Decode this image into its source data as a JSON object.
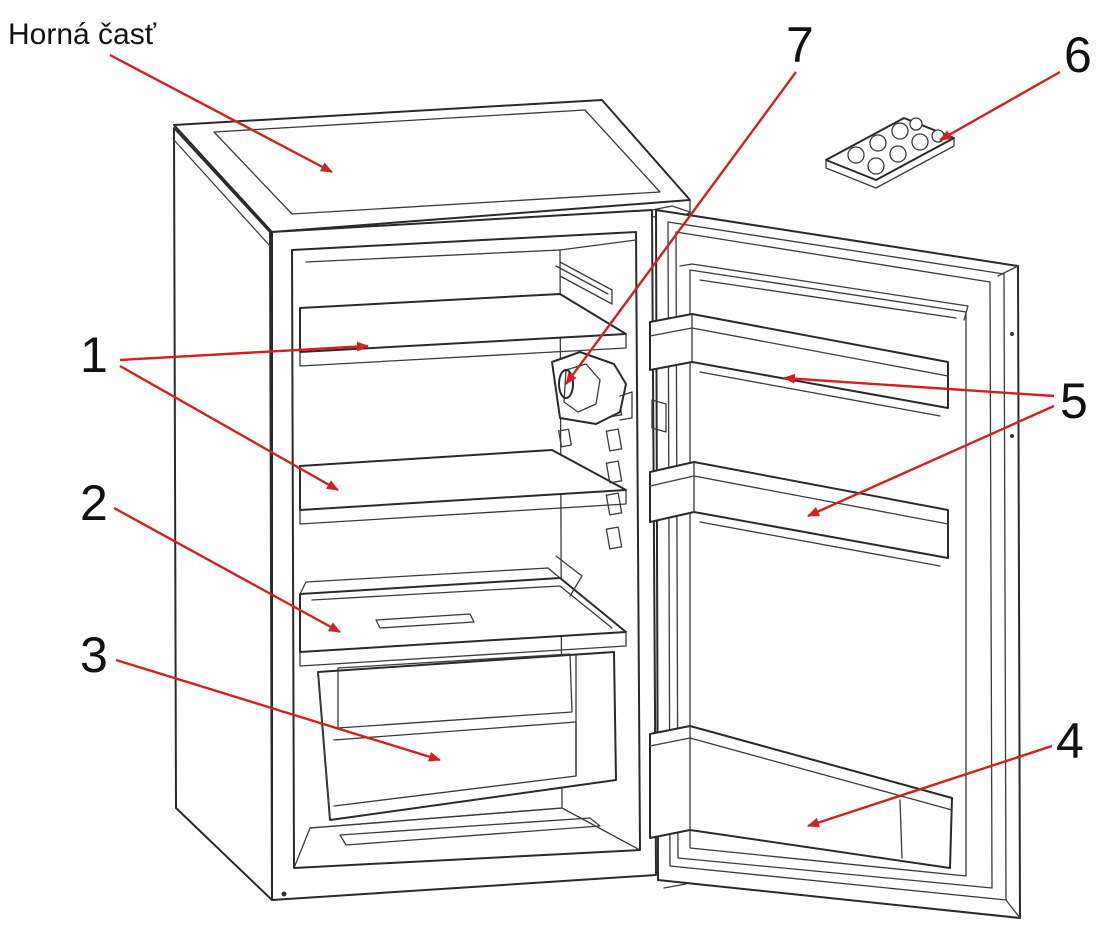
{
  "labels": {
    "top": "Horná časť",
    "n1": "1",
    "n2": "2",
    "n3": "3",
    "n4": "4",
    "n5": "5",
    "n6": "6",
    "n7": "7"
  },
  "colors": {
    "arrow": "#d42020",
    "outline": "#2a2a2a",
    "text": "#111111",
    "background": "#ffffff"
  }
}
